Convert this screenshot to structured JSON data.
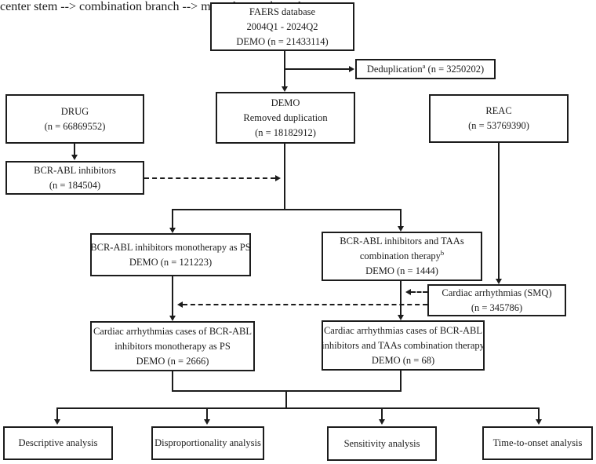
{
  "figure": {
    "background_color": "#ffffff",
    "line_color": "#1c1c1c"
  },
  "boxes": {
    "faers": {
      "line1": "FAERS database",
      "line2": "2004Q1 - 2024Q2",
      "line3": "DEMO (n = 21433114)"
    },
    "dedup": {
      "label": "Deduplication",
      "sup": "a",
      "count": " (n = 3250202)"
    },
    "drug": {
      "line1": "DRUG",
      "line2": "(n = 66869552)"
    },
    "demo_dedup": {
      "line1": "DEMO",
      "line2": "Removed duplication",
      "line3": "(n = 18182912)"
    },
    "reac": {
      "line1": "REAC",
      "line2": "(n = 53769390)"
    },
    "bcr_abl": {
      "line1": "BCR-ABL inhibitors",
      "line2": "(n = 184504)"
    },
    "monotherapy": {
      "line1": "BCR-ABL inhibitors monotherapy as PS",
      "line2": "DEMO (n = 121223)"
    },
    "combination": {
      "line1": "BCR-ABL inhibitors and TAAs",
      "line2": "combination therapy",
      "sup": "b",
      "line3": "DEMO (n = 1444)"
    },
    "smq": {
      "line1": "Cardiac arrhythmias (SMQ)",
      "line2": "(n = 345786)"
    },
    "mono_cases": {
      "line1": "Cardiac arrhythmias cases of BCR-ABL",
      "line2": "inhibitors monotherapy as PS",
      "line3": "DEMO (n = 2666)"
    },
    "combo_cases": {
      "line1": "Cardiac arrhythmias cases of BCR-ABL",
      "line2": "inhibitors and TAAs combination therapy",
      "line3": "DEMO (n = 68)"
    },
    "analysis": {
      "descriptive": "Descriptive analysis",
      "disproportionality": "Disproportionality analysis",
      "sensitivity": "Sensitivity analysis",
      "time_to_onset": "Time-to-onset analysis"
    }
  }
}
